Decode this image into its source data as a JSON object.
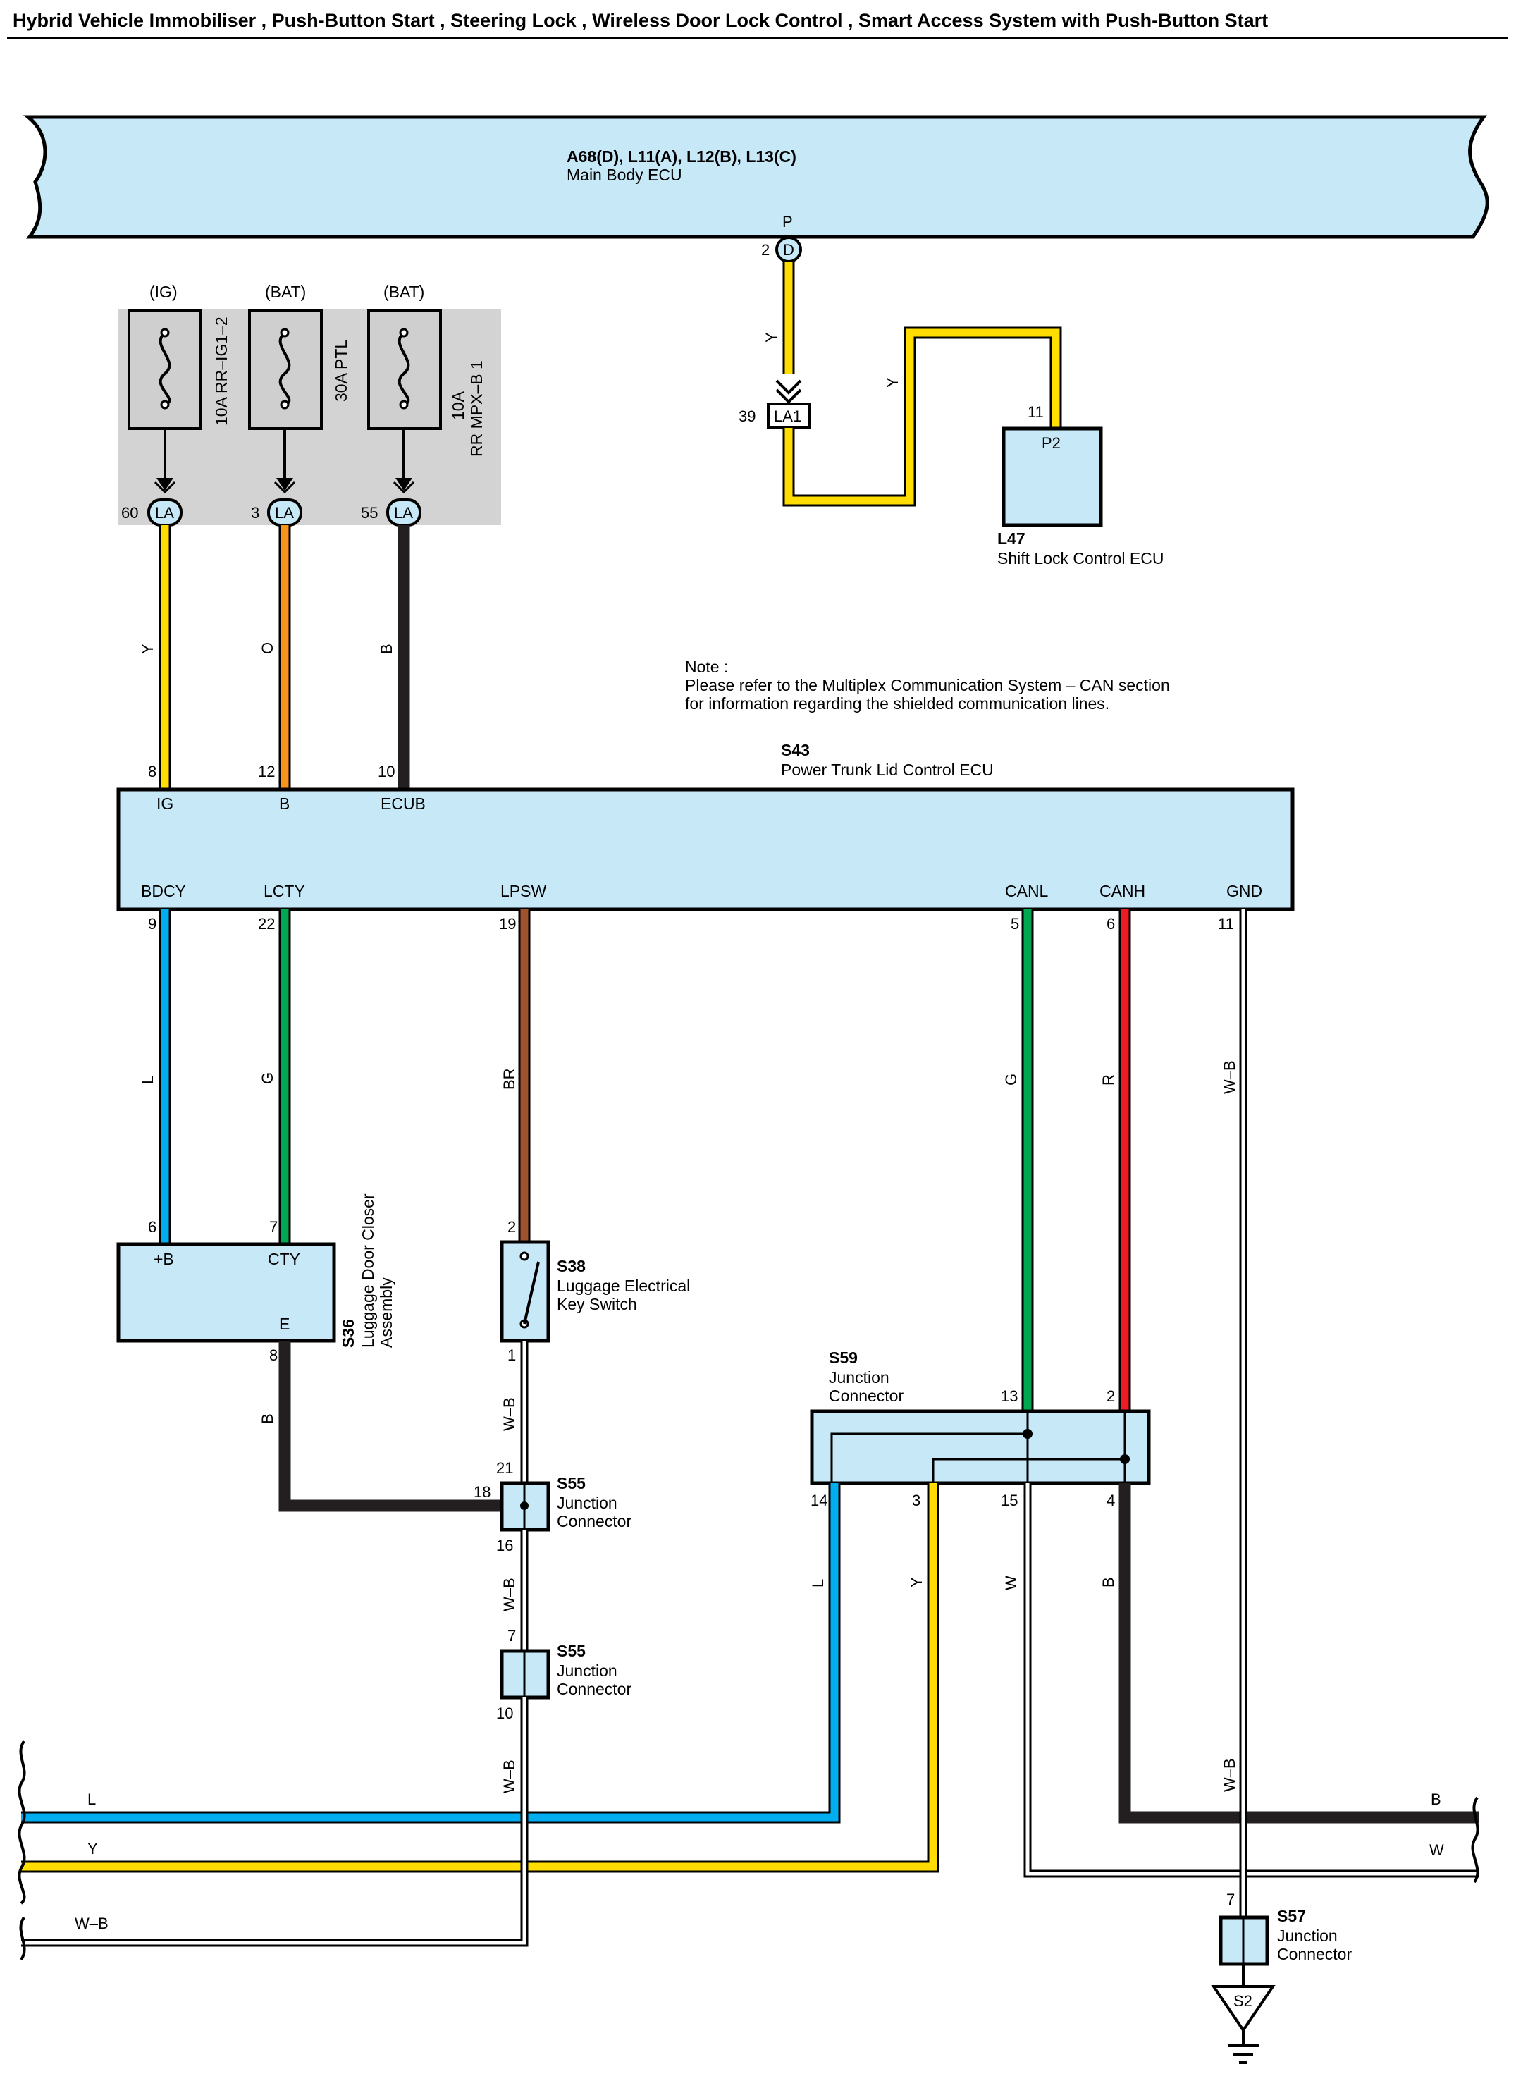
{
  "header": {
    "title": "Hybrid Vehicle Immobiliser , Push-Button Start , Steering Lock , Wireless Door Lock Control , Smart Access System with Push-Button Start"
  },
  "colors": {
    "component_fill": "#c6e8f7",
    "fuse_block_fill": "#d3d3d3",
    "wire_Y": "#ffdd00",
    "wire_O": "#f7941d",
    "wire_B": "#231f20",
    "wire_L": "#00aeef",
    "wire_G": "#00a651",
    "wire_BR": "#a0522d",
    "wire_R": "#ed1c24",
    "wire_W": "#ffffff"
  },
  "main_body_ecu": {
    "code": "A68(D), L11(A), L12(B), L13(C)",
    "name": "Main Body ECU",
    "terminal": "P",
    "pin": "2",
    "connector": "D"
  },
  "fuses": [
    {
      "supply": "(IG)",
      "rating": "10A",
      "name": "RR-IG1–2",
      "pin": "60",
      "connector": "LA",
      "wire_color": "Y"
    },
    {
      "supply": "(BAT)",
      "rating": "30A",
      "name": "PTL",
      "pin": "3",
      "connector": "LA",
      "wire_color": "O"
    },
    {
      "supply": "(BAT)",
      "rating": "10A",
      "name": "RR MPX–B 1",
      "pin": "55",
      "connector": "LA",
      "wire_color": "B"
    }
  ],
  "fuse_labels": [
    "10A RR–IG1–2",
    "30A PTL",
    "10A",
    "RR MPX–B 1"
  ],
  "shift_lock": {
    "code": "L47",
    "name": "Shift Lock Control ECU",
    "terminal": "P2",
    "pin": "11",
    "inline_connector": "LA1",
    "inline_pin": "39",
    "wire_color_1": "Y",
    "wire_color_2": "Y"
  },
  "note": {
    "line1": "Note :",
    "line2": "Please refer to the Multiplex Communication System – CAN section",
    "line3": "for information regarding the shielded communication lines."
  },
  "power_trunk_ecu": {
    "code": "S43",
    "name": "Power Trunk Lid Control ECU",
    "top_terminals": [
      {
        "name": "IG",
        "pin": "8"
      },
      {
        "name": "B",
        "pin": "12"
      },
      {
        "name": "ECUB",
        "pin": "10"
      }
    ],
    "bottom_terminals": [
      {
        "name": "BDCY",
        "pin": "9",
        "wire_color": "L"
      },
      {
        "name": "LCTY",
        "pin": "22",
        "wire_color": "G"
      },
      {
        "name": "LPSW",
        "pin": "19",
        "wire_color": "BR"
      },
      {
        "name": "CANL",
        "pin": "5",
        "wire_color": "G"
      },
      {
        "name": "CANH",
        "pin": "6",
        "wire_color": "R"
      },
      {
        "name": "GND",
        "pin": "11",
        "wire_color": "W–B"
      }
    ]
  },
  "closer": {
    "code": "S36",
    "name_line1": "Luggage Door Closer",
    "name_line2": "Assembly",
    "t_b": "+B",
    "t_b_pin": "6",
    "t_cty": "CTY",
    "t_cty_pin": "7",
    "t_e": "E",
    "t_e_pin": "8",
    "e_wire_color": "B"
  },
  "key_switch": {
    "code": "S38",
    "name_line1": "Luggage Electrical",
    "name_line2": "Key Switch",
    "pin_top": "2",
    "pin_bottom": "1",
    "wire_color": "W–B"
  },
  "jc_s55a": {
    "code": "S55",
    "name_line1": "Junction",
    "name_line2": "Connector",
    "pin_top": "21",
    "pin_left": "18",
    "pin_bottom": "16",
    "wire_color": "W–B"
  },
  "jc_s55b": {
    "code": "S55",
    "name_line1": "Junction",
    "name_line2": "Connector",
    "pin_top": "7",
    "pin_bottom": "10",
    "wire_color": "W–B"
  },
  "jc_s59": {
    "code": "S59",
    "name_line1": "Junction",
    "name_line2": "Connector",
    "pin_13": "13",
    "pin_2": "2",
    "pin_14": "14",
    "pin_3": "3",
    "pin_15": "15",
    "pin_4": "4",
    "wire_14": "L",
    "wire_3": "Y",
    "wire_15": "W",
    "wire_4": "B"
  },
  "jc_s57": {
    "code": "S57",
    "name_line1": "Junction",
    "name_line2": "Connector",
    "pin_top": "7",
    "ground": "S2",
    "wire_color": "W–B"
  },
  "bus_lines": {
    "left_L": "L",
    "left_Y": "Y",
    "left_WB": "W–B",
    "right_B": "B",
    "right_W": "W"
  }
}
